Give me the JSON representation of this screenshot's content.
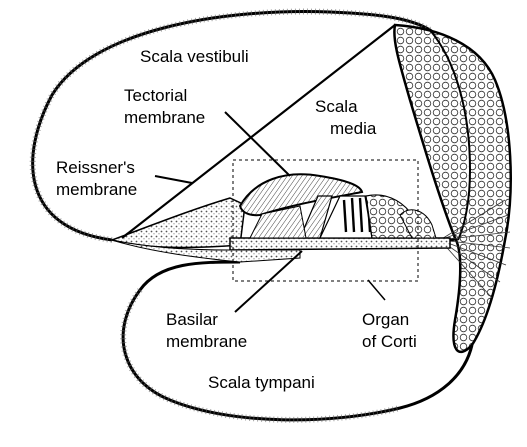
{
  "labels": {
    "scala_vestibuli": "Scala vestibuli",
    "tectorial_line1": "Tectorial",
    "tectorial_line2": "membrane",
    "scala_media_line1": "Scala",
    "scala_media_line2": "media",
    "reissner_line1": "Reissner's",
    "reissner_line2": "membrane",
    "basilar_line1": "Basilar",
    "basilar_line2": "membrane",
    "organ_line1": "Organ",
    "organ_line2": "of Corti",
    "scala_tympani": "Scala tympani"
  }
}
